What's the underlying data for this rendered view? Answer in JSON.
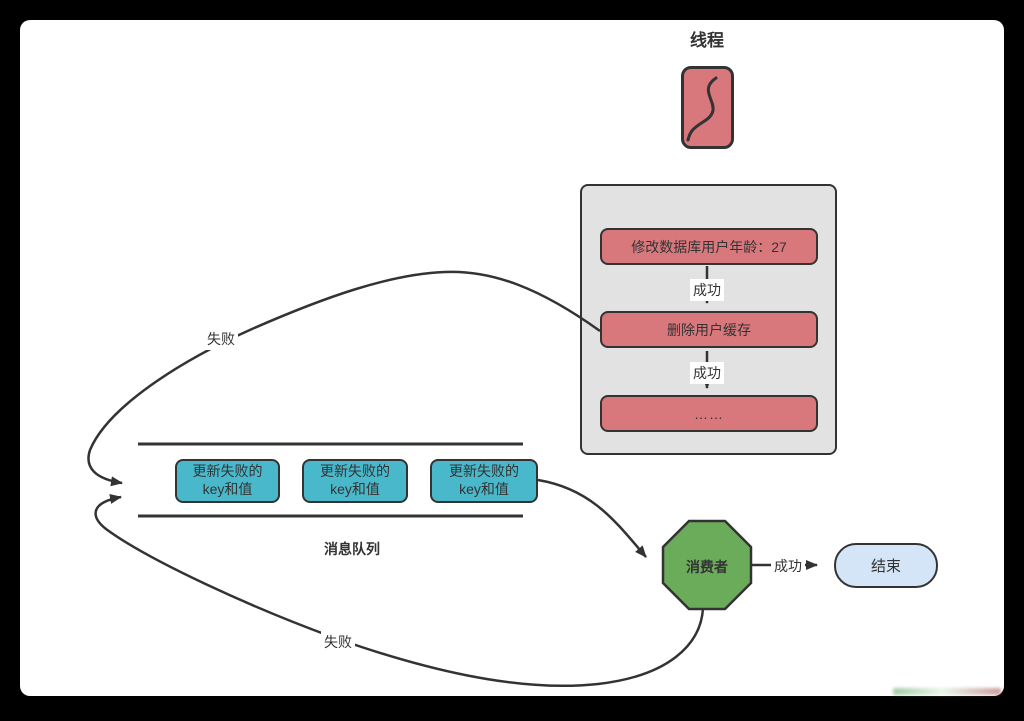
{
  "title": "线程",
  "panel": {
    "steps": [
      {
        "label": "修改数据库用户年龄：27"
      },
      {
        "label": "删除用户缓存"
      },
      {
        "label": "……"
      }
    ]
  },
  "edge_labels": {
    "success": "成功",
    "fail": "失败"
  },
  "queue": {
    "caption": "消息队列",
    "items": [
      {
        "line1": "更新失败的",
        "line2": "key和值"
      },
      {
        "line1": "更新失败的",
        "line2": "key和值"
      },
      {
        "line1": "更新失败的",
        "line2": "key和值"
      }
    ]
  },
  "consumer": {
    "label": "消费者"
  },
  "end_node": {
    "label": "结束"
  },
  "colors": {
    "line": "#333333",
    "node_red": "#d9787c",
    "panel_gray": "#e2e2e2",
    "node_teal": "#4ab8cb",
    "node_green": "#6bac5b",
    "node_blue": "#d3e5f6",
    "frame_black": "#000000",
    "text": "#333333"
  }
}
